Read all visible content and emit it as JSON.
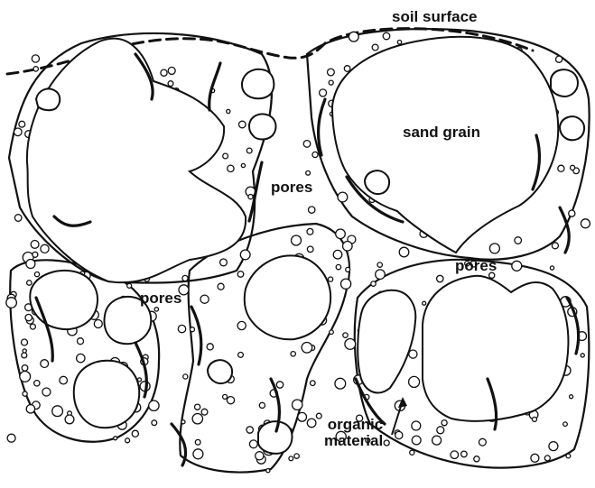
{
  "labels": {
    "soil_surface": "soil surface",
    "sand_grain": "sand grain",
    "pores_1": "pores",
    "pores_2": "pores",
    "pores_3": "pores",
    "organic_line1": "organic",
    "organic_line2": "material"
  },
  "colors": {
    "ink": "#111111",
    "background": "#ffffff"
  }
}
